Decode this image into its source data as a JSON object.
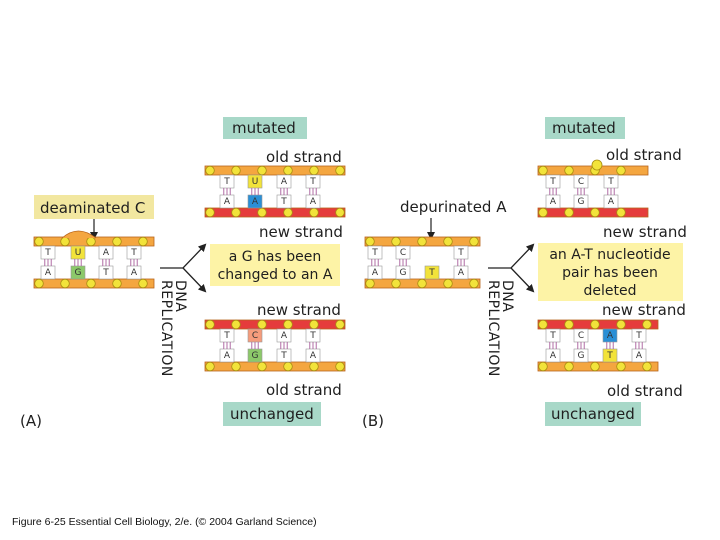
{
  "colors": {
    "old_strand": "#f4a640",
    "new_strand": "#e53c3c",
    "strand_edge": "#b8651c",
    "ball": "#f2e33a",
    "teal_box": "#a8d8c8",
    "yellow_box": "#fdf3a6",
    "rung": "#a85c9a",
    "hl_blue": "#2a8fd6",
    "hl_orange": "#f59c7c",
    "hl_green": "#8cc96a",
    "hl_yellow": "#f2e33a"
  },
  "panel_a": {
    "label": "(A)",
    "input_label": "deaminated C",
    "input_top": [
      "T",
      "U",
      "A",
      "T"
    ],
    "input_bottom": [
      "A",
      "G",
      "T",
      "A"
    ],
    "replication_label_1": "DNA",
    "replication_label_2": "REPLICATION",
    "mutated_label": "mutated",
    "mutated_strand_label_top": "old strand",
    "mutated_top": [
      "T",
      "U",
      "A",
      "T"
    ],
    "mutated_bottom": [
      "A",
      "A",
      "T",
      "A"
    ],
    "mutated_strand_label_bottom": "new strand",
    "explanation_1": "a G has been",
    "explanation_2": "changed to an A",
    "unchanged_strand_label_top": "new strand",
    "unchanged_top": [
      "T",
      "C",
      "A",
      "T"
    ],
    "unchanged_bottom": [
      "A",
      "G",
      "T",
      "A"
    ],
    "unchanged_strand_label_bottom": "old strand",
    "unchanged_label": "unchanged"
  },
  "panel_b": {
    "label": "(B)",
    "input_label": "depurinated A",
    "input_top": [
      "T",
      "C",
      "",
      "T"
    ],
    "input_bottom": [
      "A",
      "G",
      "T",
      "A"
    ],
    "replication_label_1": "DNA",
    "replication_label_2": "REPLICATION",
    "mutated_label": "mutated",
    "mutated_strand_label_top": "old strand",
    "mutated_top": [
      "T",
      "C",
      "T"
    ],
    "mutated_bottom": [
      "A",
      "G",
      "A"
    ],
    "mutated_strand_label_bottom": "new strand",
    "explanation_1": "an A-T nucleotide",
    "explanation_2": "pair has been",
    "explanation_3": "deleted",
    "unchanged_strand_label_top": "new strand",
    "unchanged_top": [
      "T",
      "C",
      "A",
      "T"
    ],
    "unchanged_bottom": [
      "A",
      "G",
      "T",
      "A"
    ],
    "unchanged_strand_label_bottom": "old strand",
    "unchanged_label": "unchanged"
  },
  "caption": "Figure 6-25  Essential Cell Biology, 2/e. (© 2004 Garland Science)"
}
